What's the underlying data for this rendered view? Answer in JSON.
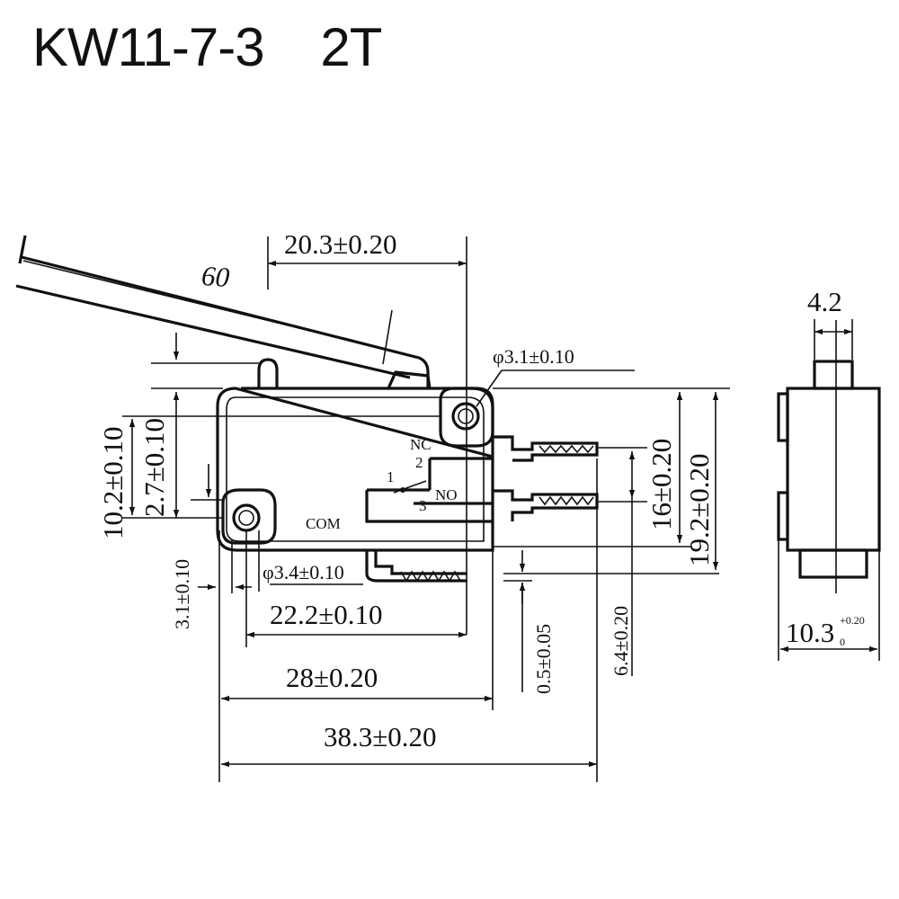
{
  "title": {
    "model": "KW11-7-3",
    "variant": "2T"
  },
  "labels": {
    "lever_length": "60",
    "pin_offset": "20.3±0.20",
    "top_hole": "φ3.1±0.10",
    "nc_text": "NC",
    "nc_pin": "2",
    "com_pin": "1",
    "no_pin": "3",
    "no_text": "NO",
    "com_text": "COM",
    "bottom_hole": "φ3.4±0.10",
    "height_left": "10.2±0.10",
    "hole_vertical": "2.7±0.10",
    "hole_horizontal": "3.1±0.10",
    "hole_spacing": "22.2±0.10",
    "body_length": "28±0.20",
    "overall_length": "38.3±0.20",
    "terminal_thickness": "0.5±0.05",
    "terminal_offset": "6.4±0.20",
    "nc_height": "16±0.20",
    "overall_height": "19.2±0.20",
    "side_width": "4.2",
    "side_depth": "10.3",
    "side_depth_tol_upper": "+0.20",
    "side_depth_tol_lower": "0"
  }
}
